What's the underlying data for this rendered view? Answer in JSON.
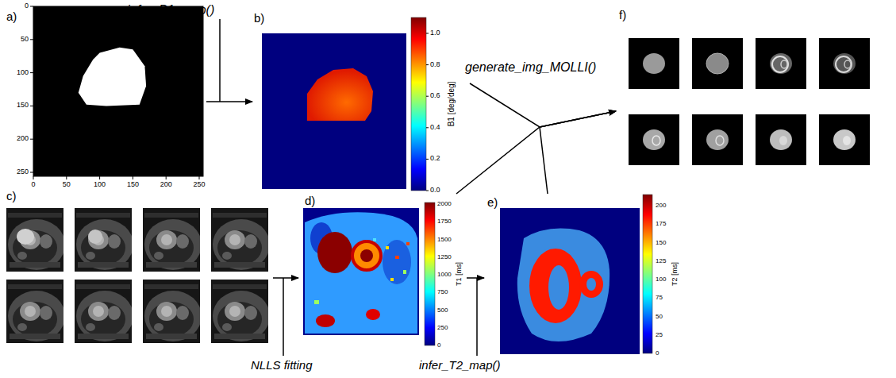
{
  "diagram": {
    "nodes": [
      {
        "text": [
          "a)"
        ]
      },
      {
        "text": [
          "b)"
        ]
      },
      {
        "text": [
          "c)"
        ]
      },
      {
        "text": [
          "d)"
        ]
      },
      {
        "text": [
          "e)"
        ]
      },
      {
        "text": [
          "f)"
        ]
      }
    ],
    "edges": [
      {
        "from": 0,
        "to": 1,
        "arrow": "to",
        "label": "infer_B1_map()"
      },
      {
        "from": 1,
        "to": 5,
        "arrow": "to",
        "label": "generate_img_MOLLI()"
      },
      {
        "from": 3,
        "to": 5,
        "arrow": "to"
      },
      {
        "from": 4,
        "to": 5,
        "arrow": "to"
      },
      {
        "from": 2,
        "to": 3,
        "arrow": "to",
        "label": "NLLS fitting"
      },
      {
        "from": 3,
        "to": 4,
        "arrow": "to",
        "label": "infer_T2_map()"
      }
    ],
    "labels": [
      "0",
      "50",
      "100",
      "150",
      "200",
      "250",
      "0",
      "50",
      "100",
      "150",
      "200",
      "250",
      "1.0",
      "0.8",
      "0.6",
      "0.4",
      "0.2",
      "0.0",
      "B1 [deg/deg]",
      "2000",
      "1750",
      "1500",
      "1250",
      "1000",
      "750",
      "500",
      "250",
      "0",
      "T1 [ms]",
      "200",
      "175",
      "150",
      "125",
      "100",
      "75",
      "50",
      "25",
      "0",
      "T2 [ms]"
    ]
  }
}
